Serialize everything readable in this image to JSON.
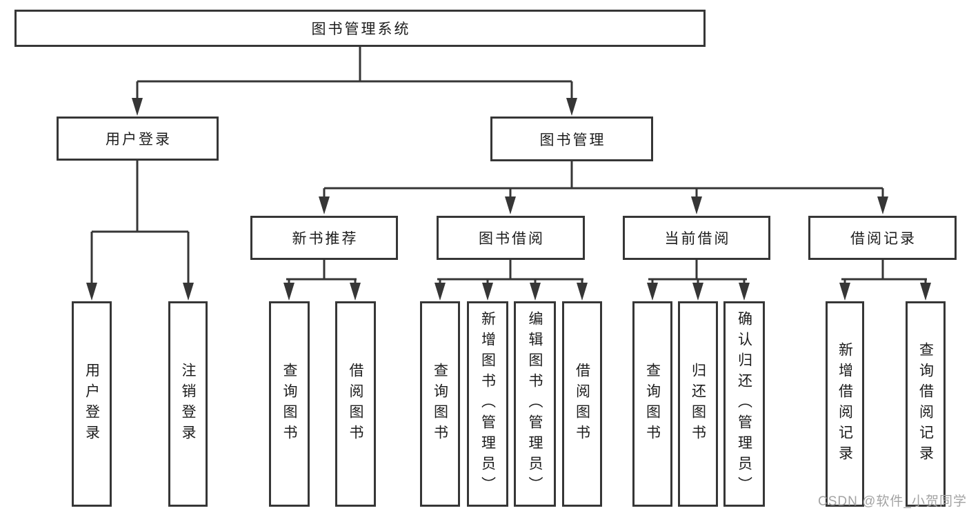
{
  "diagram_title": "图书管理系统",
  "hierarchy": {
    "label": "图书管理系统",
    "children": [
      {
        "label": "用户登录",
        "children": [
          {
            "label": "用户登录"
          },
          {
            "label": "注销登录"
          }
        ]
      },
      {
        "label": "图书管理",
        "children": [
          {
            "label": "新书推荐",
            "children": [
              {
                "label": "查询图书"
              },
              {
                "label": "借阅图书"
              }
            ]
          },
          {
            "label": "图书借阅",
            "children": [
              {
                "label": "查询图书"
              },
              {
                "label": "新增图书（管理员）"
              },
              {
                "label": "编辑图书（管理员）"
              },
              {
                "label": "借阅图书"
              }
            ]
          },
          {
            "label": "当前借阅",
            "children": [
              {
                "label": "查询图书"
              },
              {
                "label": "归还图书"
              },
              {
                "label": "确认归还（管理员）"
              }
            ]
          },
          {
            "label": "借阅记录",
            "children": [
              {
                "label": "新增借阅记录"
              },
              {
                "label": "查询借阅记录"
              }
            ]
          }
        ]
      }
    ]
  },
  "watermark": {
    "text": "CSDN @软件_小贺同学"
  },
  "colors": {
    "background": "#ffffff",
    "line": "#363636",
    "text": "#1c1c1c",
    "watermark": "#a3a3a3"
  }
}
